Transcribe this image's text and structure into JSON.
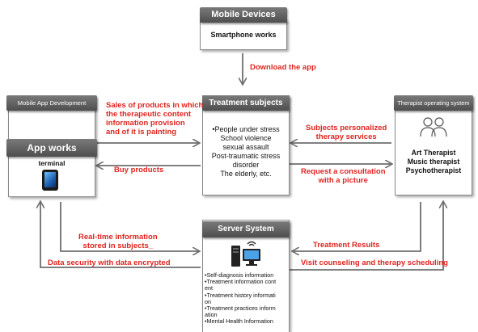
{
  "mobile_devices": {
    "title": "Mobile Devices",
    "body": "Smartphone works"
  },
  "mobile_app_development": {
    "title": "Mobile App Development"
  },
  "app_works": {
    "title": "App works",
    "terminal_label": "terminal"
  },
  "treatment_subjects": {
    "title": "Treatment subjects",
    "lines": [
      "•People under stress",
      "School violence",
      "sexual assault",
      "Post-traumatic stress",
      "disorder",
      "The elderly, etc."
    ]
  },
  "therapist_system": {
    "title": "Therapist operating system",
    "roles": [
      "Art Therapist",
      "Music therapist",
      "Psychotherapist"
    ]
  },
  "server_system": {
    "title": "Server System",
    "items": [
      "•Self-diagnosis information",
      "•Treatment information cont",
      "ent",
      "•Treatment history informati",
      "on",
      "•Treatment practices inform",
      "ation",
      "•Mental Health Information"
    ]
  },
  "labels": {
    "download_app": "Download the app",
    "sales_products": [
      "Sales of products in which",
      "the therapeutic content",
      "information provision",
      "and of it is painting"
    ],
    "buy_products": "Buy products",
    "subjects_personalized": [
      "Subjects personalized",
      "therapy services"
    ],
    "request_consultation": [
      "Request a consultation",
      "with a picture"
    ],
    "realtime_info": [
      "Real-time information",
      "stored in subjects_"
    ],
    "data_security": "Data security with data encrypted",
    "treatment_results": "Treatment Results",
    "visit_counseling": "Visit counseling and therapy scheduling"
  },
  "colors": {
    "arrow_red": "#e0231f",
    "arrow_gray": "#6e6e6e",
    "header_gray": "#5a5a5a"
  }
}
